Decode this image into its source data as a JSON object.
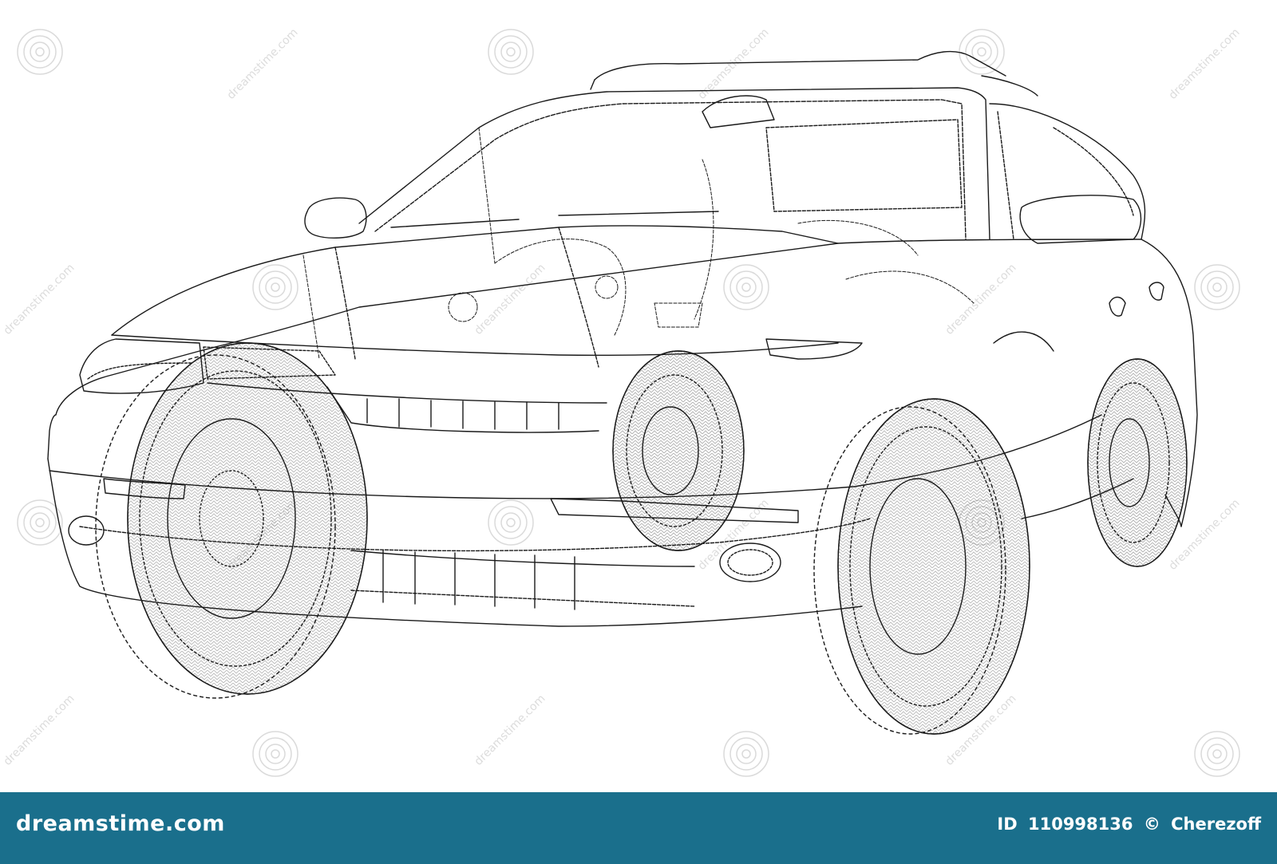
{
  "illustration": {
    "subject": "wireframe-car",
    "line_color": "#1a1a1a",
    "background_color": "#ffffff"
  },
  "watermark": {
    "text": "dreamstime.com",
    "icon": "spiral-logo-icon",
    "color": "#d8d8d8"
  },
  "footer": {
    "background_color": "#1a6f8c",
    "logo_text": "dreamstime.com",
    "id_label": "ID",
    "id_number": "110998136",
    "copyright_symbol": "©",
    "author": "Cherezoff"
  }
}
